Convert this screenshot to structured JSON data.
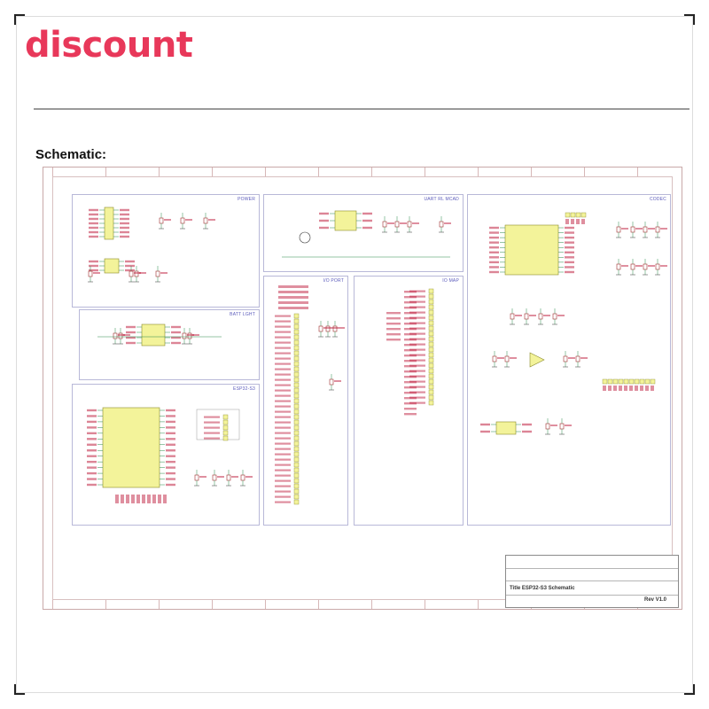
{
  "header": {
    "brand_text": "discount",
    "brand_color": "#e8385a"
  },
  "section": {
    "label": "Schematic:"
  },
  "schematic": {
    "blocks": [
      {
        "id": "power",
        "title": "POWER"
      },
      {
        "id": "uart",
        "title": "UART RL MCAD"
      },
      {
        "id": "esp",
        "title": "ESP32-S3"
      },
      {
        "id": "io-port",
        "title": "I/O PORT"
      },
      {
        "id": "io-map",
        "title": "IO MAP"
      },
      {
        "id": "batt",
        "title": "BATT LGHT"
      },
      {
        "id": "codec",
        "title": "CODEC"
      }
    ],
    "title_block": {
      "title": "Title ESP32-S3 Schematic",
      "rev": "Rev V1.0"
    },
    "colors": {
      "component_fill": "#f3f39a",
      "component_stroke": "#8a8a2a",
      "wire": "#2a8a4a",
      "label": "#c02040",
      "border": "#b8b8d8"
    }
  }
}
